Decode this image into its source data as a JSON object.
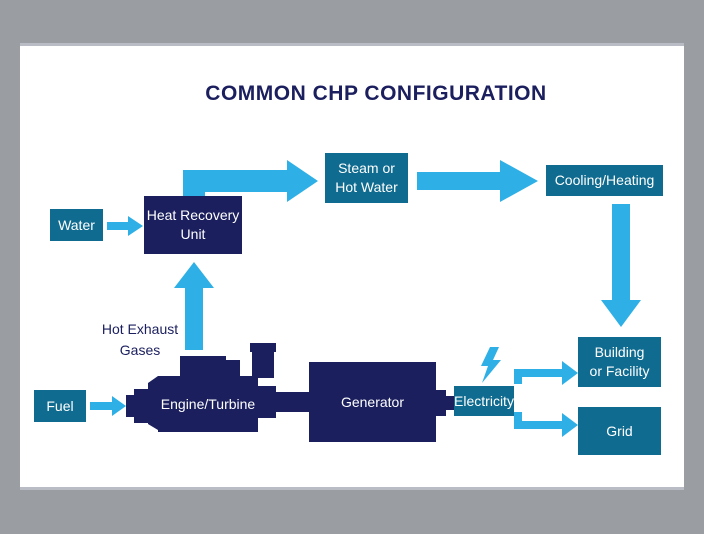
{
  "title": "COMMON CHP CONFIGURATION",
  "nodes": {
    "water": "Water",
    "heat_recovery": "Heat Recovery\nUnit",
    "steam": "Steam or\nHot Water",
    "cooling": "Cooling/Heating",
    "building": "Building\nor Facility",
    "grid": "Grid",
    "fuel": "Fuel",
    "engine": "Engine/Turbine",
    "generator": "Generator",
    "electricity": "Electricity"
  },
  "labels": {
    "exhaust": "Hot Exhaust\nGases"
  },
  "colors": {
    "navy": "#1b1f5e",
    "teal": "#0f6b8f",
    "arrow": "#2eb0e6"
  }
}
